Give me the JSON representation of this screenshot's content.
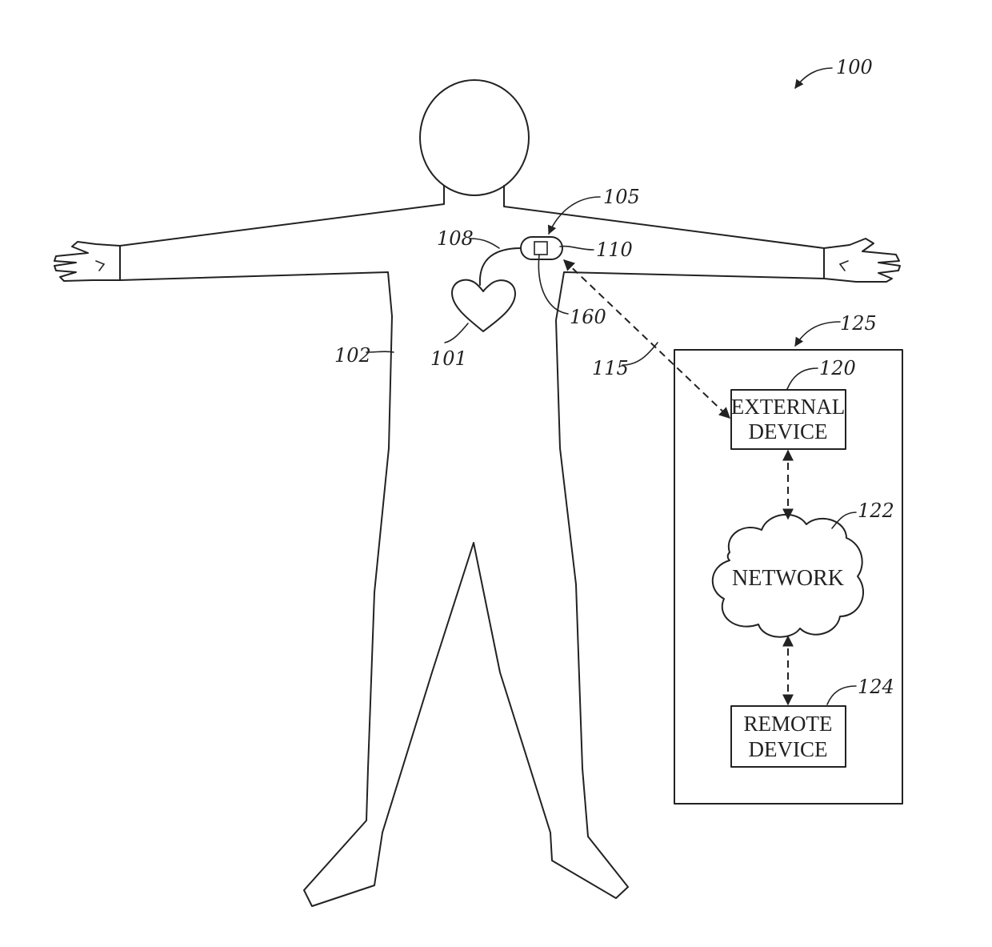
{
  "figure": {
    "ref_system": "100",
    "ref_heart": "101",
    "ref_body": "102",
    "ref_imd": "105",
    "ref_lead": "108",
    "ref_housing": "110",
    "ref_link": "115",
    "ref_external": "120",
    "ref_network": "122",
    "ref_remote": "124",
    "ref_environment": "125",
    "ref_component": "160"
  },
  "boxes": {
    "external_line1": "EXTERNAL",
    "external_line2": "DEVICE",
    "network_label": "NETWORK",
    "remote_line1": "REMOTE",
    "remote_line2": "DEVICE"
  }
}
